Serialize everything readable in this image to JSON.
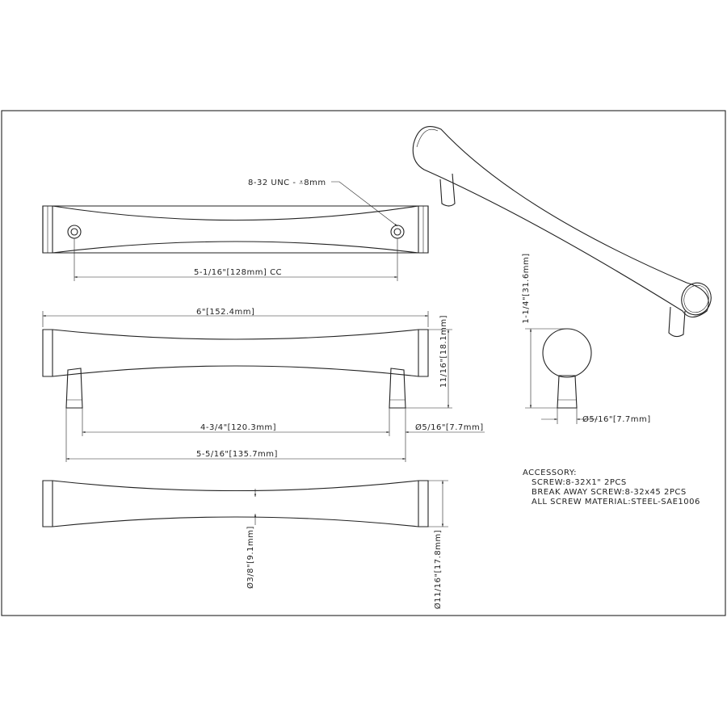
{
  "callouts": {
    "thread": "8-32 UNC - ⩡8mm",
    "cc": "5-1/16\"[128mm] CC",
    "overall_length": "6\"[152.4mm]",
    "height": "11/16\"[18.1mm]",
    "inner_post": "4-3/4\"[120.3mm]",
    "post_dia": "Ø5/16\"[7.7mm]",
    "outer_post": "5-5/16\"[135.7mm]",
    "center_dia": "Ø3/8\"[9.1mm]",
    "end_dia": "Ø11/16\"[17.8mm]",
    "projection": "1-1/4\"[31.6mm]",
    "side_post_dia": "Ø5/16\"[7.7mm]"
  },
  "accessory": {
    "title": "ACCESSORY:",
    "lines": [
      "SCREW:8-32X1\" 2PCS",
      "BREAK AWAY SCREW:8-32x45 2PCS",
      "ALL SCREW MATERIAL:STEEL-SAE1006"
    ]
  }
}
